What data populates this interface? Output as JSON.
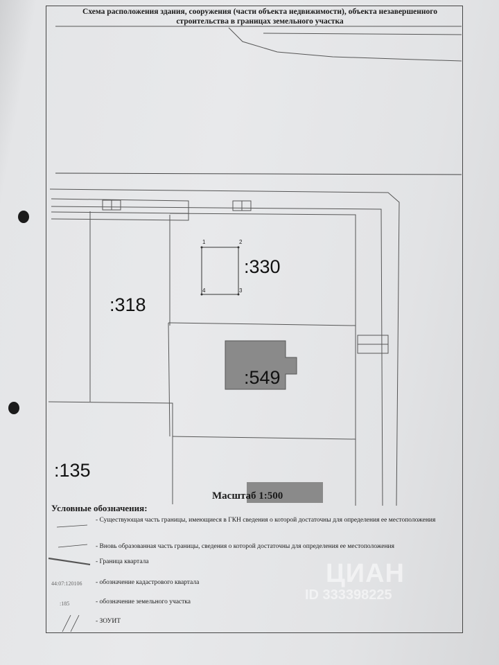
{
  "document": {
    "title_line1": "Схема расположения здания, сооружения (части объекта недвижимости), объекта незавершенного",
    "title_line2": "строительства в границах земельного участка",
    "scale": "Масштаб 1:500"
  },
  "parcels": {
    "p330": ":330",
    "p318": ":318",
    "p549": ":549",
    "p135": ":135"
  },
  "points": [
    "1",
    "2",
    "3",
    "4"
  ],
  "legend": {
    "title": "Условные обозначения:",
    "items": [
      {
        "text": "- Существующая часть границы, имеющиеся в ГКН сведения о которой достаточны для определения ее местоположения"
      },
      {
        "text": "- Вновь образованная часть границы, сведения о которой достаточны для определения ее местоположения"
      },
      {
        "text": "- Граница квартала"
      },
      {
        "symbol": "44:07:120106",
        "text": "- обозначение кадастрового квартала"
      },
      {
        "symbol": ":185",
        "text": "- обозначение земельного участка"
      },
      {
        "text": "- ЗОУИТ"
      }
    ]
  },
  "watermark": {
    "brand": "ЦИАН",
    "id": "ID 333398225"
  },
  "colors": {
    "building_fill": "#8a8a8a",
    "line": "#555555"
  }
}
